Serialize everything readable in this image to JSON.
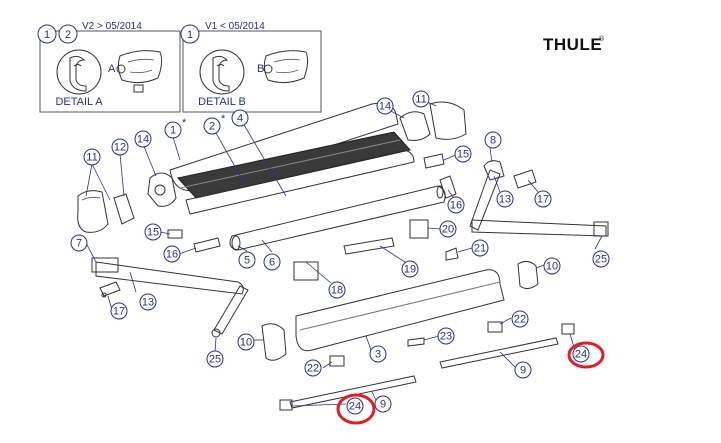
{
  "brand": {
    "name": "THULE",
    "mark": "®"
  },
  "detail_panels": [
    {
      "circle_a": "1",
      "circle_b": "2",
      "version": "V2 > 05/2014",
      "marker": "A",
      "caption": "DETAIL A"
    },
    {
      "circle_a": "1",
      "circle_b": "",
      "version": "V1 < 05/2014",
      "marker": "B",
      "caption": "DETAIL B"
    }
  ],
  "callouts": [
    {
      "label": "1",
      "star": "*"
    },
    {
      "label": "2",
      "star": "*"
    },
    {
      "label": "4",
      "star": ""
    },
    {
      "label": "14",
      "star": ""
    },
    {
      "label": "11",
      "star": ""
    },
    {
      "label": "11",
      "star": ""
    },
    {
      "label": "12",
      "star": ""
    },
    {
      "label": "14",
      "star": ""
    },
    {
      "label": "15",
      "star": ""
    },
    {
      "label": "8",
      "star": ""
    },
    {
      "label": "16",
      "star": ""
    },
    {
      "label": "13",
      "star": ""
    },
    {
      "label": "17",
      "star": ""
    },
    {
      "label": "15",
      "star": ""
    },
    {
      "label": "16",
      "star": ""
    },
    {
      "label": "7",
      "star": ""
    },
    {
      "label": "5",
      "star": ""
    },
    {
      "label": "6",
      "star": ""
    },
    {
      "label": "20",
      "star": ""
    },
    {
      "label": "21",
      "star": ""
    },
    {
      "label": "19",
      "star": ""
    },
    {
      "label": "25",
      "star": ""
    },
    {
      "label": "10",
      "star": ""
    },
    {
      "label": "18",
      "star": ""
    },
    {
      "label": "13",
      "star": ""
    },
    {
      "label": "17",
      "star": ""
    },
    {
      "label": "10",
      "star": ""
    },
    {
      "label": "23",
      "star": ""
    },
    {
      "label": "22",
      "star": ""
    },
    {
      "label": "25",
      "star": ""
    },
    {
      "label": "3",
      "star": ""
    },
    {
      "label": "22",
      "star": ""
    },
    {
      "label": "24",
      "star": ""
    },
    {
      "label": "9",
      "star": ""
    },
    {
      "label": "24",
      "star": ""
    },
    {
      "label": "9",
      "star": ""
    }
  ],
  "highlights": [
    {
      "target": "24",
      "color": "#e11d24"
    },
    {
      "target": "24",
      "color": "#e11d24"
    }
  ],
  "colors": {
    "callout": "#2b2f8a",
    "line": "#2b2f8a",
    "part_stroke": "#333333",
    "highlight": "#e11d24"
  }
}
